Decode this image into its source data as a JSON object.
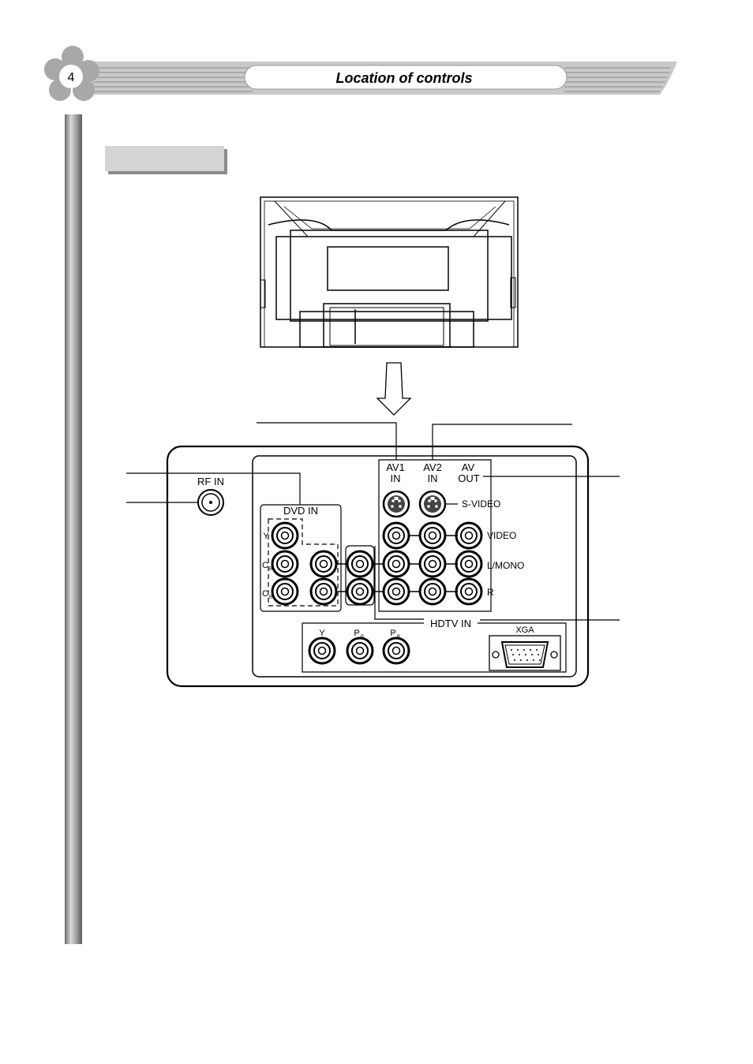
{
  "header": {
    "page_number": "4",
    "title": "Location of controls"
  },
  "panel_labels": {
    "rf_in": "RF IN",
    "dvd_in": "DVD IN",
    "dvd_y": "Y",
    "dvd_cb_main": "C",
    "dvd_cb_sub": "B",
    "dvd_cr_main": "C",
    "dvd_cr_sub": "R",
    "av1_line1": "AV1",
    "av1_line2": "IN",
    "av2_line1": "AV2",
    "av2_line2": "IN",
    "avout_line1": "AV",
    "avout_line2": "OUT",
    "s_video": "S-VIDEO",
    "video": "VIDEO",
    "l_mono": "L/MONO",
    "r": "R",
    "hdtv_in": "HDTV IN",
    "hdtv_y": "Y",
    "hdtv_pb_main": "P",
    "hdtv_pb_sub": "B",
    "hdtv_pr_main": "P",
    "hdtv_pr_sub": "R",
    "xga": "XGA"
  },
  "colors": {
    "ink": "#000000",
    "header_bar": "#c8c8c8",
    "flower": "#a8a8a8",
    "section_tab": "#d2d2d2",
    "side_rail": "#9a9a9a"
  }
}
